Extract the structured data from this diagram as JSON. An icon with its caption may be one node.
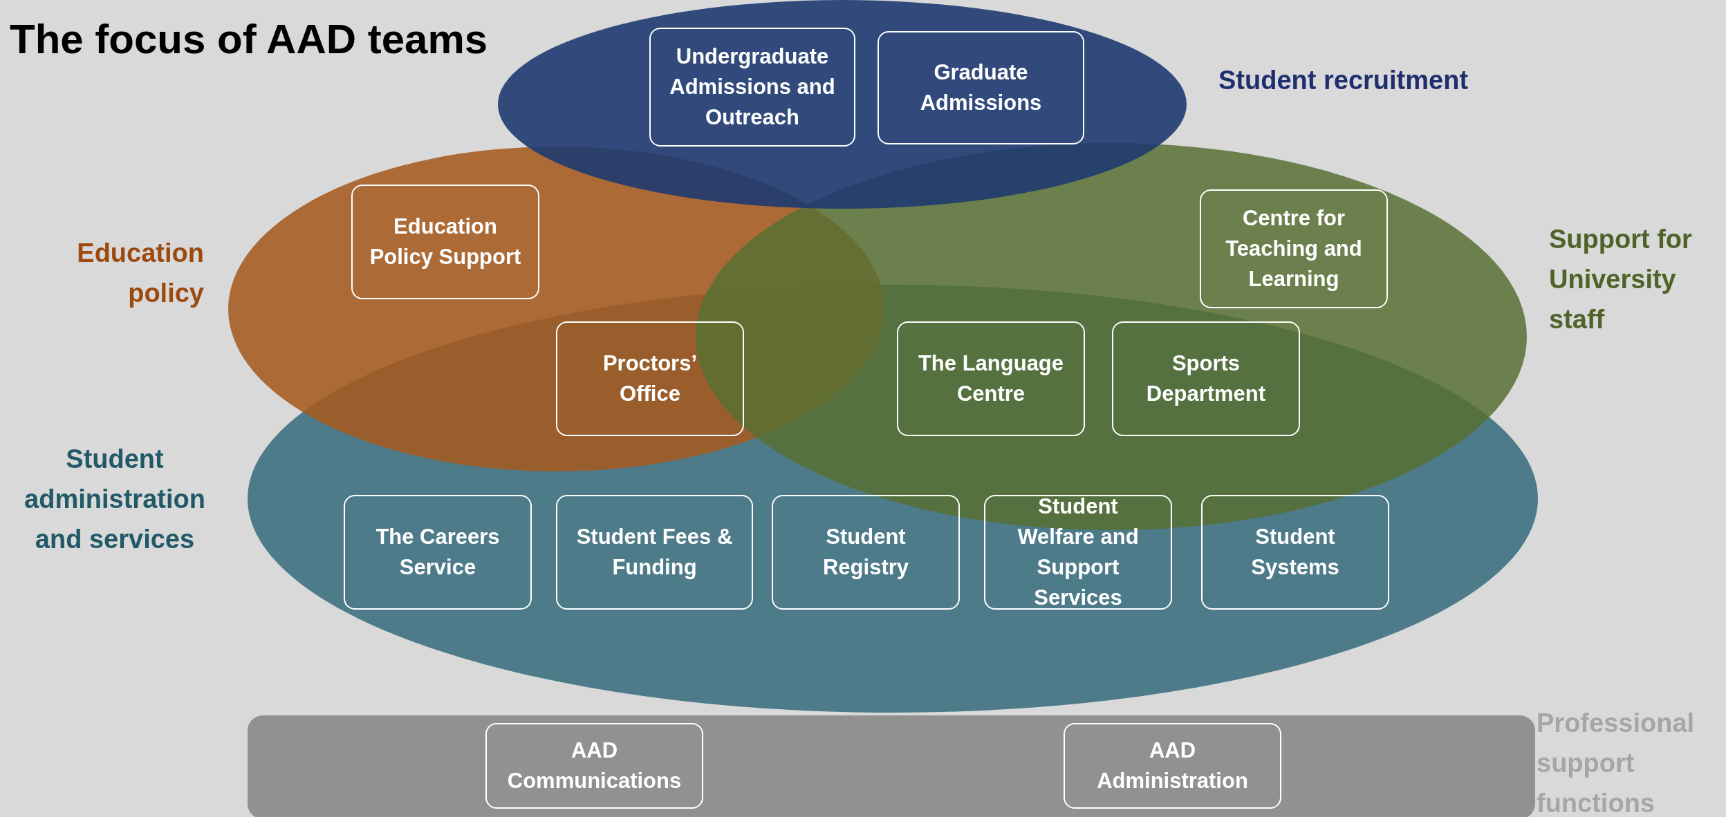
{
  "diagram": {
    "title": "The focus of AAD teams",
    "nodes": [
      {
        "text": [
          "Student recruitment"
        ]
      },
      {
        "text": [
          "Undergraduate Admissions and Outreach"
        ],
        "in": 0
      },
      {
        "text": [
          "Graduate Admissions"
        ],
        "in": 0
      },
      {
        "text": [
          "Education policy"
        ]
      },
      {
        "text": [
          "Education Policy Support"
        ],
        "in": 3
      },
      {
        "text": [
          "Support for University staff"
        ]
      },
      {
        "text": [
          "Centre for Teaching and Learning"
        ],
        "in": 5
      },
      {
        "text": [
          "Student administration and services"
        ]
      },
      {
        "text": [
          "Proctors’ Office"
        ]
      },
      {
        "text": [
          "The Language Centre"
        ]
      },
      {
        "text": [
          "Sports Department"
        ]
      },
      {
        "text": [
          "The Careers Service"
        ],
        "in": 7
      },
      {
        "text": [
          "Student Fees & Funding"
        ],
        "in": 7
      },
      {
        "text": [
          "Student Registry"
        ],
        "in": 7
      },
      {
        "text": [
          "Student Welfare and Support Services"
        ],
        "in": 7
      },
      {
        "text": [
          "Student Systems"
        ],
        "in": 7
      },
      {
        "text": [
          "Professional support functions"
        ]
      },
      {
        "text": [
          "AAD Communications"
        ],
        "in": 16
      },
      {
        "text": [
          "AAD Administration"
        ],
        "in": 16
      }
    ]
  }
}
